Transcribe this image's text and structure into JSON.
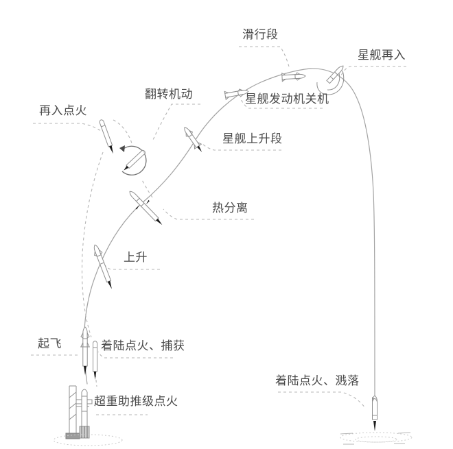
{
  "diagram": {
    "type": "flight-profile-diagram",
    "subject": "rocket-launch-and-return-trajectory",
    "colors": {
      "background": "#ffffff",
      "trajectory_line": "#a3a3a3",
      "dashed_line": "#b5b5b5",
      "icon_outline": "#8f8f8f",
      "flame": "#1c1c1c",
      "label_text": "#4a4a4a"
    },
    "labels": {
      "coast": {
        "text": "滑行段"
      },
      "ship_reentry": {
        "text": "星舰再入"
      },
      "flip_maneuver": {
        "text": "翻转机动"
      },
      "ship_engine_cutoff": {
        "text": "星舰发动机关机"
      },
      "reentry_burn": {
        "text": "再入点火"
      },
      "ship_ascent": {
        "text": "星舰上升段"
      },
      "hot_staging": {
        "text": "热分离"
      },
      "ascent": {
        "text": "上升"
      },
      "liftoff": {
        "text": "起飞"
      },
      "landing_burn_catch": {
        "text": "着陆点火、捕获"
      },
      "booster_ignition": {
        "text": "超重助推级点火"
      },
      "landing_burn_splashdown": {
        "text": "着陆点火、溅落"
      }
    },
    "icons": [
      "launch-tower-icon",
      "rocket-on-pad-icon",
      "liftoff-rocket-icon",
      "descending-booster-icon",
      "ascending-rocket-icon",
      "hot-staging-rocket-icon",
      "flip-maneuver-icon",
      "reentry-burn-booster-icon",
      "ascending-ship-icon",
      "engine-cutoff-ship-icon",
      "coasting-ship-icon",
      "reentry-ship-icon",
      "splashdown-ship-icon",
      "water-splash-icon",
      "pad-dust-icon"
    ]
  }
}
